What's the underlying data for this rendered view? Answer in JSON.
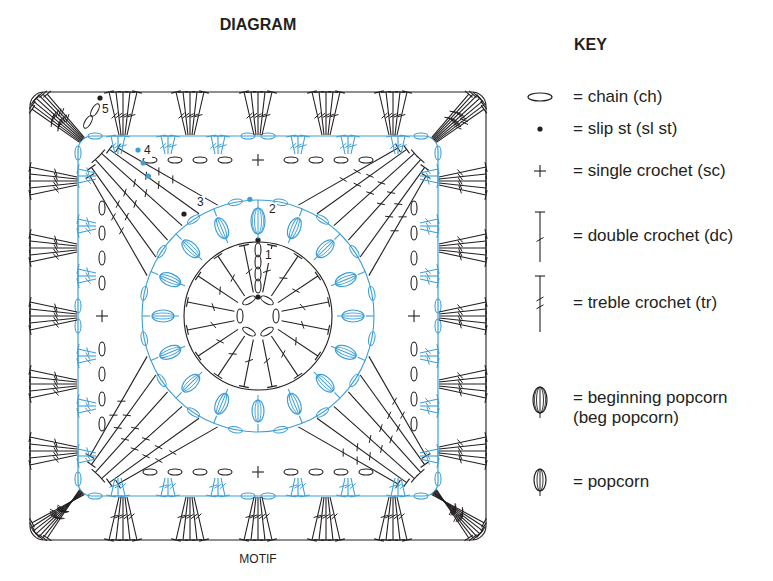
{
  "diagram": {
    "title": "DIAGRAM",
    "caption": "MOTIF",
    "labels": [
      "KEY",
      "5",
      "4",
      "3",
      "2",
      "1"
    ],
    "legend": [
      {
        "text": "= chain (ch)"
      },
      {
        "text": "= slip st (sl st)"
      },
      {
        "text": "= single crochet (sc)"
      },
      {
        "text": "= double crochet (dc)"
      },
      {
        "text": "= treble crochet (tr)"
      },
      {
        "text": "= beginning popcorn (beg popcorn)"
      },
      {
        "text": "= popcorn"
      }
    ]
  }
}
